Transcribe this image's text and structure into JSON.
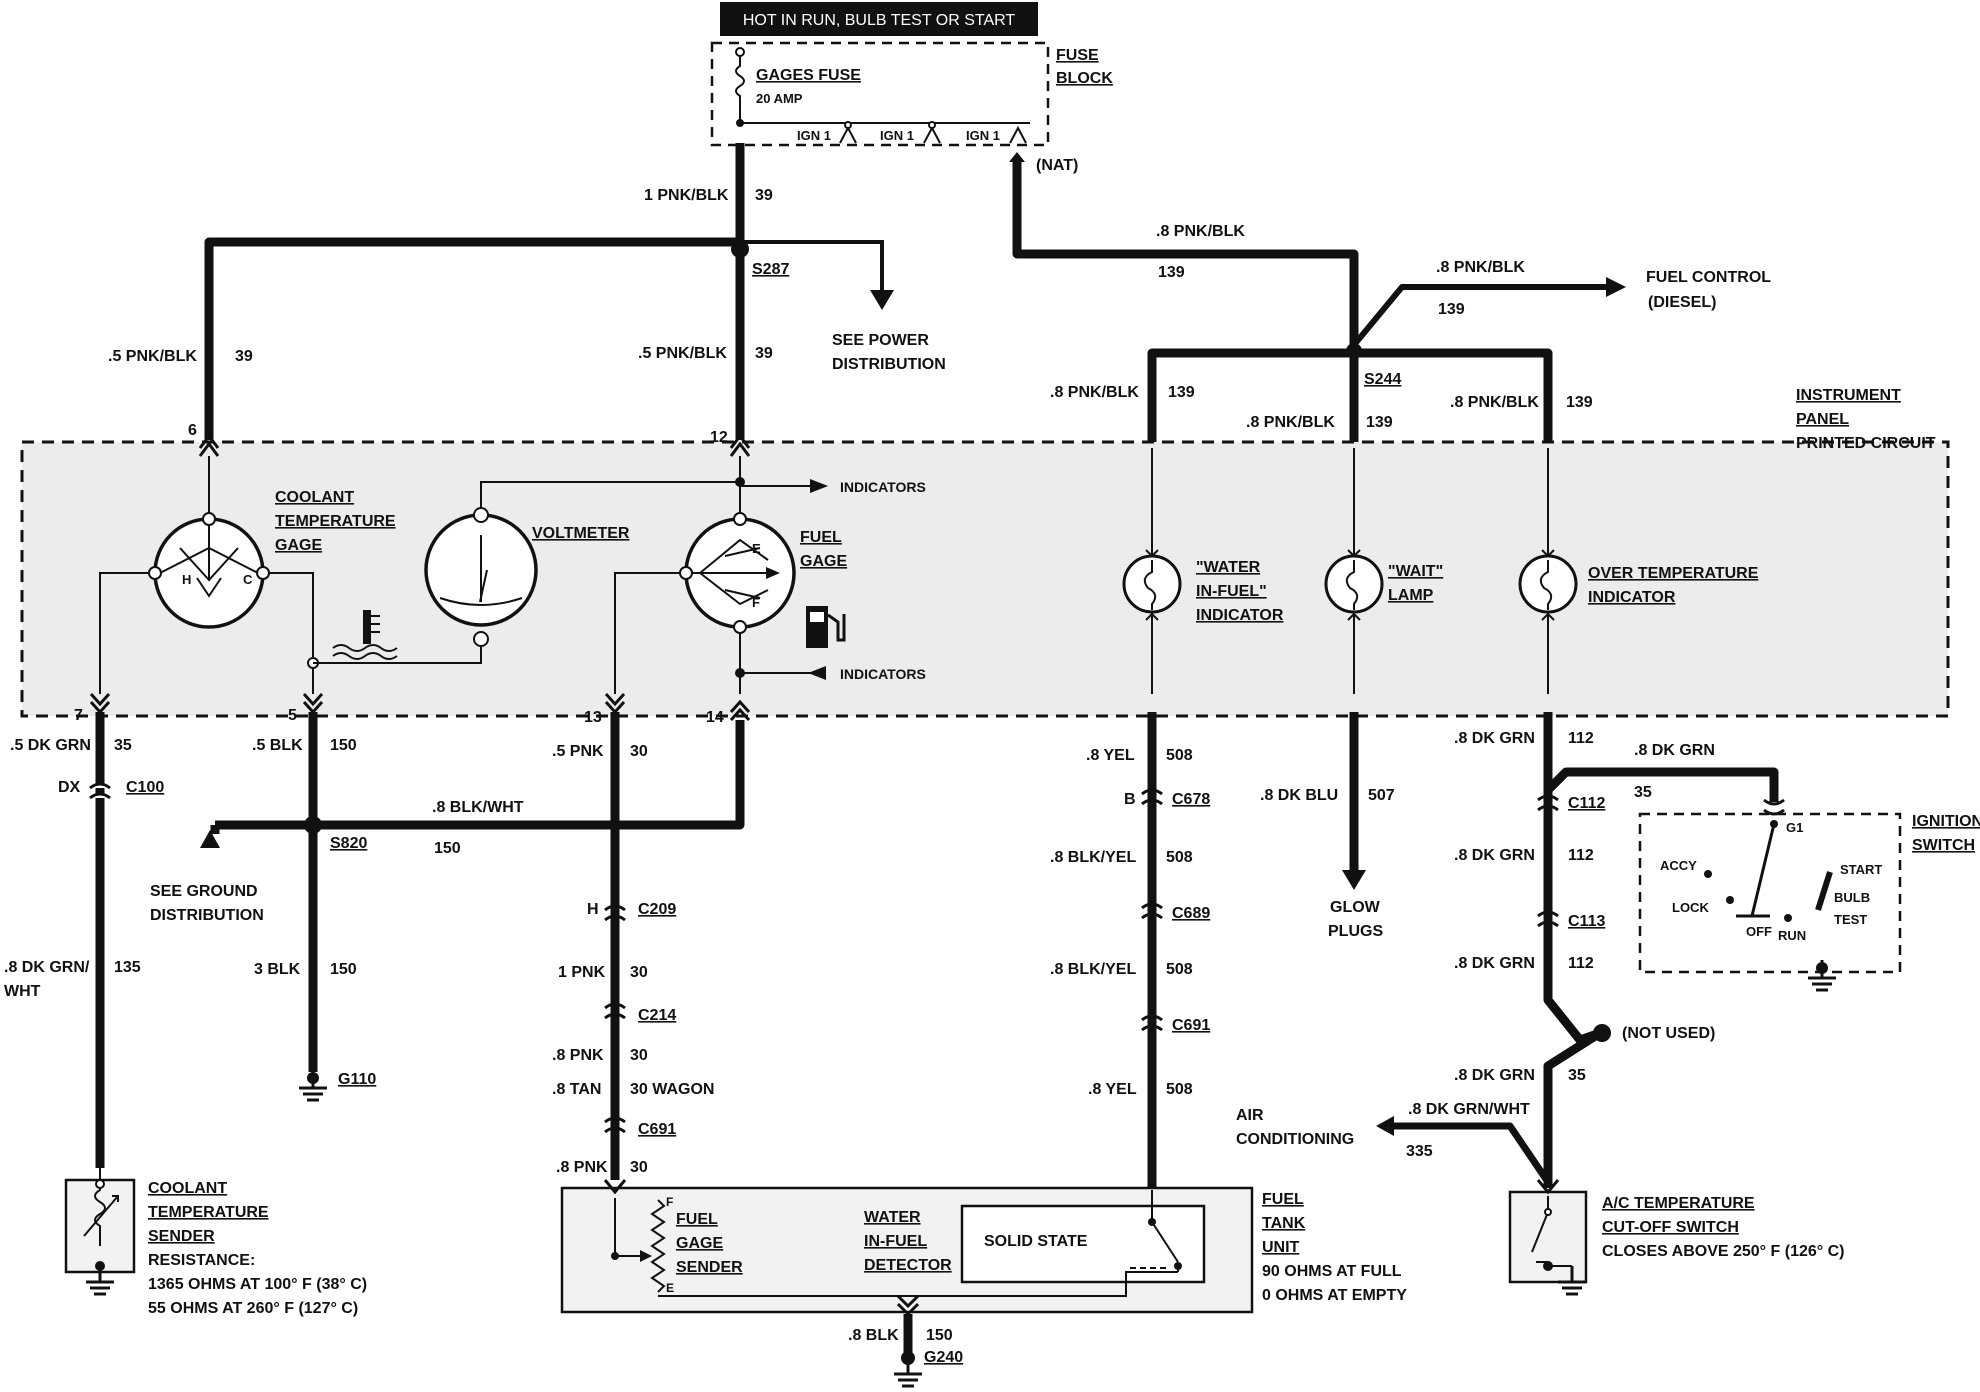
{
  "header": "HOT IN RUN, BULB TEST OR START",
  "fuse_block": {
    "label1": "FUSE",
    "label2": "BLOCK",
    "fuse_name": "GAGES FUSE",
    "fuse_rating": "20 AMP",
    "ign1": "IGN 1",
    "ign2": "IGN 1",
    "ign3": "IGN 1",
    "nat": "(NAT)"
  },
  "main_feed": {
    "wire": "1 PNK/BLK",
    "circuit": "39",
    "splice": "S287",
    "see_power_1": "SEE POWER",
    "see_power_2": "DISTRIBUTION"
  },
  "branch_left": {
    "wire": ".5 PNK/BLK",
    "circuit": "39",
    "pin": "6"
  },
  "branch_mid": {
    "wire": ".5 PNK/BLK",
    "circuit": "39",
    "pin": "12"
  },
  "feed_139": {
    "wire": ".8 PNK/BLK",
    "circuit": "139",
    "splice": "S244"
  },
  "fuel_control": {
    "wire": ".8 PNK/BLK",
    "circuit": "139",
    "label1": "FUEL CONTROL",
    "label2": "(DIESEL)"
  },
  "wif_feed": {
    "wire": ".8 PNK/BLK",
    "circuit": "139"
  },
  "wait_feed": {
    "wire": ".8 PNK/BLK",
    "circuit": "139"
  },
  "ot_feed": {
    "wire": ".8 PNK/BLK",
    "circuit": "139"
  },
  "panel": {
    "label1": "INSTRUMENT",
    "label2": "PANEL",
    "label3": "PRINTED CIRCUIT"
  },
  "coolant_gage": {
    "l1": "COOLANT",
    "l2": "TEMPERATURE",
    "l3": "GAGE",
    "h": "H",
    "c": "C"
  },
  "voltmeter": {
    "label": "VOLTMETER"
  },
  "fuel_gage": {
    "l1": "FUEL",
    "l2": "GAGE",
    "e": "E",
    "f": "F"
  },
  "indicators_top": "INDICATORS",
  "indicators_bottom": "INDICATORS",
  "water_in_fuel": {
    "l1": "\"WATER",
    "l2": "IN-FUEL\"",
    "l3": "INDICATOR"
  },
  "wait_lamp": {
    "l1": "\"WAIT\"",
    "l2": "LAMP"
  },
  "over_temp": {
    "l1": "OVER TEMPERATURE",
    "l2": "INDICATOR"
  },
  "pins": {
    "p7": "7",
    "p5": "5",
    "p13": "13",
    "p14": "14"
  },
  "coolant_circuit": {
    "wire1": ".5 DK GRN",
    "circuit1": "35",
    "conn_pin": "DX",
    "conn": "C100",
    "wire2": ".8 DK GRN/",
    "wire2b": "WHT",
    "circuit2": "135"
  },
  "coolant_sender": {
    "l1": "COOLANT",
    "l2": "TEMPERATURE",
    "l3": "SENDER",
    "l4": "RESISTANCE:",
    "l5": "1365 OHMS AT 100° F (38° C)",
    "l6": "55 OHMS AT 260° F (127° C)"
  },
  "ground_circuit": {
    "wire1": ".5 BLK",
    "circuit1": "150",
    "splice": "S820",
    "wire2": ".8 BLK/WHT",
    "circuit2": "150",
    "see_ground_1": "SEE GROUND",
    "see_ground_2": "DISTRIBUTION",
    "wire3": "3 BLK",
    "circuit3": "150",
    "ground": "G110"
  },
  "fuel_circuit": {
    "wire1": ".5 PNK",
    "circuit1": "30",
    "pin_h": "H",
    "conn1": "C209",
    "wire2": "1 PNK",
    "circuit2": "30",
    "conn2": "C214",
    "wire3": ".8 PNK",
    "circuit3": "30",
    "wire4": ".8 TAN",
    "circuit4": "30 WAGON",
    "conn3": "C691",
    "wire5": ".8 PNK",
    "circuit5": "30"
  },
  "wif_circuit": {
    "wire1": ".8 YEL",
    "circuit1": "508",
    "pin_b": "B",
    "conn1": "C678",
    "wire2": ".8 BLK/YEL",
    "circuit2": "508",
    "conn2": "C689",
    "wire3": ".8 BLK/YEL",
    "circuit3": "508",
    "conn3": "C691",
    "wire4": ".8 YEL",
    "circuit4": "508"
  },
  "glow_circuit": {
    "wire": ".8 DK BLU",
    "circuit": "507",
    "l1": "GLOW",
    "l2": "PLUGS"
  },
  "ot_circuit": {
    "wire1": ".8 DK GRN",
    "circuit1": "112",
    "wire_branch": ".8 DK GRN",
    "circuit_branch": "35",
    "conn1": "C112",
    "wire2": ".8 DK GRN",
    "circuit2": "112",
    "conn2": "C113",
    "wire3": ".8 DK GRN",
    "circuit3": "112",
    "not_used": "(NOT USED)",
    "wire4": ".8 DK GRN",
    "circuit4": "35"
  },
  "ignition_switch": {
    "l1": "IGNITION",
    "l2": "SWITCH",
    "g1": "G1",
    "accy": "ACCY",
    "lock": "LOCK",
    "off": "OFF",
    "run": "RUN",
    "start": "START",
    "bulb": "BULB",
    "test": "TEST"
  },
  "ac": {
    "l1": "AIR",
    "l2": "CONDITIONING",
    "wire": ".8 DK GRN/WHT",
    "circuit": "335"
  },
  "ac_switch": {
    "l1": "A/C TEMPERATURE",
    "l2": "CUT-OFF SWITCH",
    "l3": "CLOSES ABOVE 250° F (126° C)"
  },
  "tank_unit": {
    "sender1": "FUEL",
    "sender2": "GAGE",
    "sender3": "SENDER",
    "e": "E",
    "f": "F",
    "wif1": "WATER",
    "wif2": "IN-FUEL",
    "wif3": "DETECTOR",
    "solid_state": "SOLID STATE",
    "l1": "FUEL",
    "l2": "TANK",
    "l3": "UNIT",
    "l4": "90 OHMS AT FULL",
    "l5": "0 OHMS AT EMPTY"
  },
  "tank_ground": {
    "wire": ".8 BLK",
    "circuit": "150",
    "ground": "G240"
  }
}
